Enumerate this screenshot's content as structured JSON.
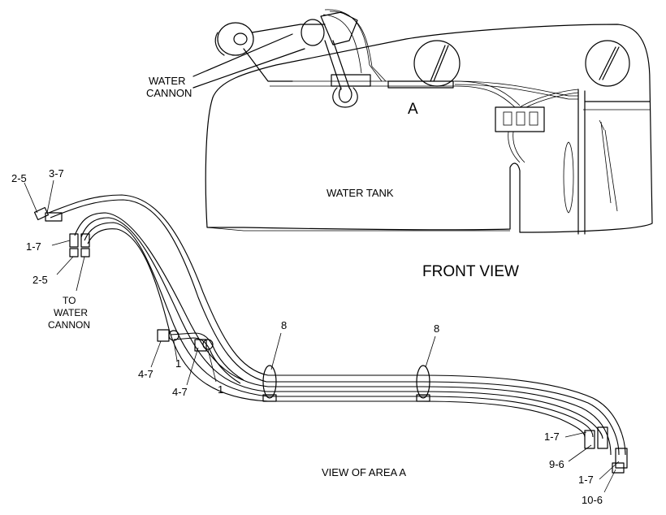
{
  "front_view": {
    "title": "FRONT VIEW",
    "tank_label": "WATER TANK",
    "cannon_label_line1": "WATER",
    "cannon_label_line2": "CANNON",
    "area_marker": "A"
  },
  "area_view": {
    "title": "VIEW OF AREA  A",
    "to_cannon_line1": "TO",
    "to_cannon_line2": "WATER",
    "to_cannon_line3": "CANNON",
    "callouts": {
      "c_2_5_top": "2-5",
      "c_3_7": "3-7",
      "c_1_7_left": "1-7",
      "c_2_5_bottom": "2-5",
      "c_8_left": "8",
      "c_8_right": "8",
      "c_4_7_a": "4-7",
      "c_1_a": "1",
      "c_4_7_b": "4-7",
      "c_1_b": "1",
      "c_1_7_right_a": "1-7",
      "c_9_6": "9-6",
      "c_1_7_right_b": "1-7",
      "c_10_6": "10-6"
    }
  }
}
